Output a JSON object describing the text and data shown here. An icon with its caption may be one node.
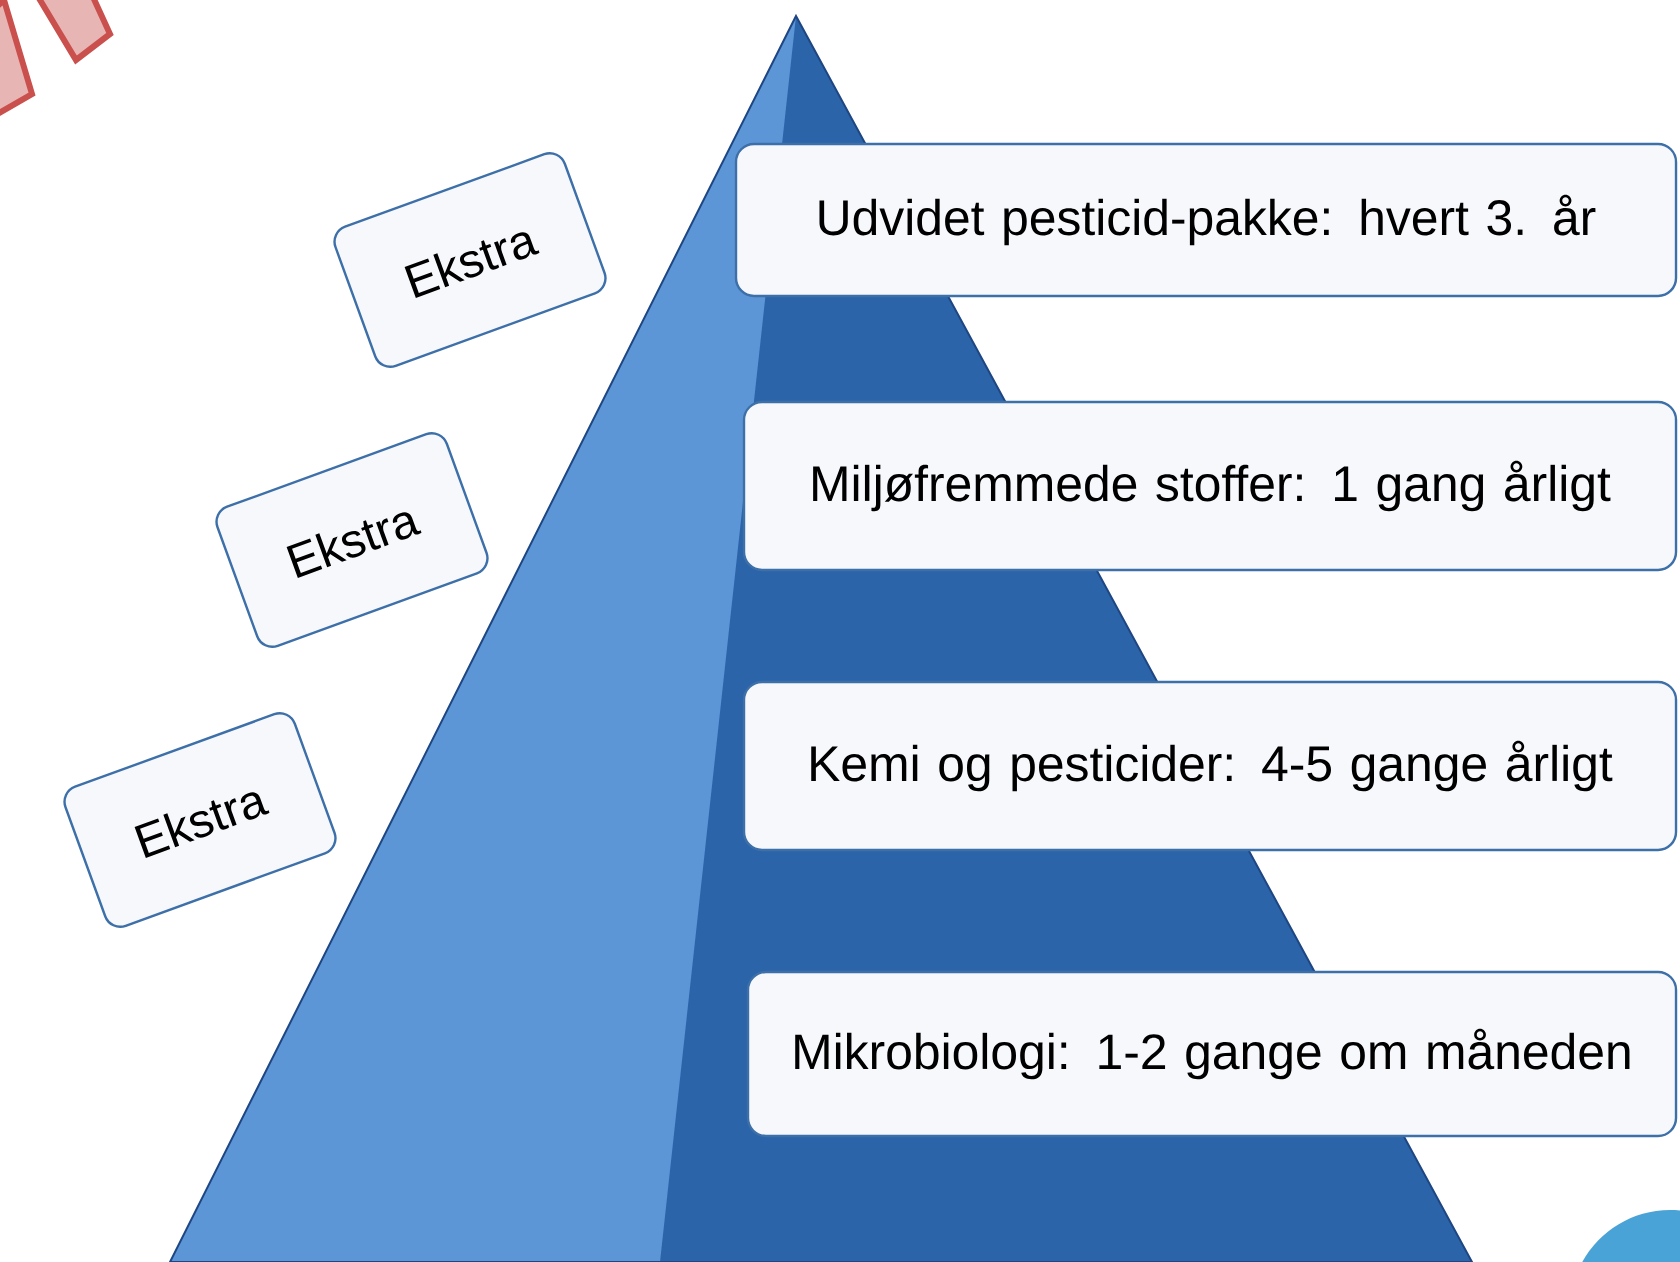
{
  "diagram": {
    "nodes": [
      {
        "text": [
          "Udvidet pesticid-pakke: hvert 3. år"
        ]
      },
      {
        "text": [
          "Miljøfremmede stoffer: 1 gang årligt"
        ]
      },
      {
        "text": [
          "Kemi og pesticider: 4-5 gange årligt"
        ]
      },
      {
        "text": [
          "Mikrobiologi: 1-2 gange om måneden"
        ]
      },
      {
        "text": [
          "Ekstra"
        ]
      },
      {
        "text": [
          "Ekstra"
        ]
      },
      {
        "text": [
          "Ekstra"
        ]
      }
    ]
  }
}
